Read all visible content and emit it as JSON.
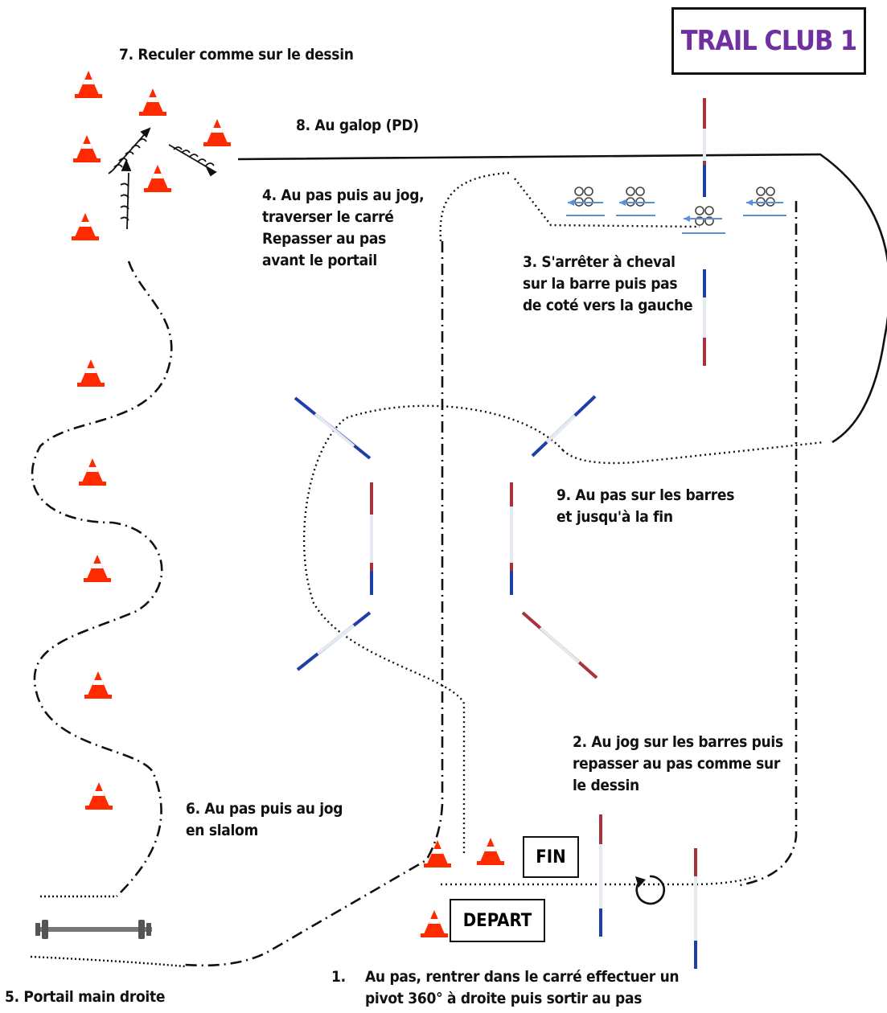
{
  "title": "TRAIL CLUB 1",
  "boxes": {
    "fin": "FIN",
    "depart": "DEPART"
  },
  "pivot_symbol": "↻",
  "labels": {
    "step1": {
      "number": "1.",
      "lines": [
        "Au pas, rentrer dans le carré effectuer un",
        "pivot  360° à droite puis sortir au pas"
      ]
    },
    "step2": {
      "lines": [
        "2. Au jog sur les barres puis",
        "repasser au pas comme sur",
        "le dessin"
      ]
    },
    "step3": {
      "lines": [
        "3. S'arrêter à cheval",
        "sur la barre puis pas",
        "de coté vers la gauche"
      ]
    },
    "step4": {
      "lines": [
        "4. Au pas puis au jog,",
        "traverser le carré",
        "Repasser au pas",
        "avant le portail"
      ]
    },
    "step5": {
      "lines": [
        "5. Portail main droite"
      ]
    },
    "step6": {
      "lines": [
        "6. Au pas puis au jog",
        "en slalom"
      ]
    },
    "step7": {
      "lines": [
        "7. Reculer comme sur le dessin"
      ]
    },
    "step8": {
      "lines": [
        "8. Au galop (PD)"
      ]
    },
    "step9": {
      "lines": [
        "9. Au pas sur les barres",
        "et jusqu'à la fin"
      ]
    }
  },
  "colors": {
    "pole_red": "#a8323a",
    "pole_blue": "#1f3fa8",
    "pole_white": "#e4eaf0",
    "cone": "#ff2a00",
    "title": "#7030a0",
    "footprint": "#5b8fd6"
  }
}
